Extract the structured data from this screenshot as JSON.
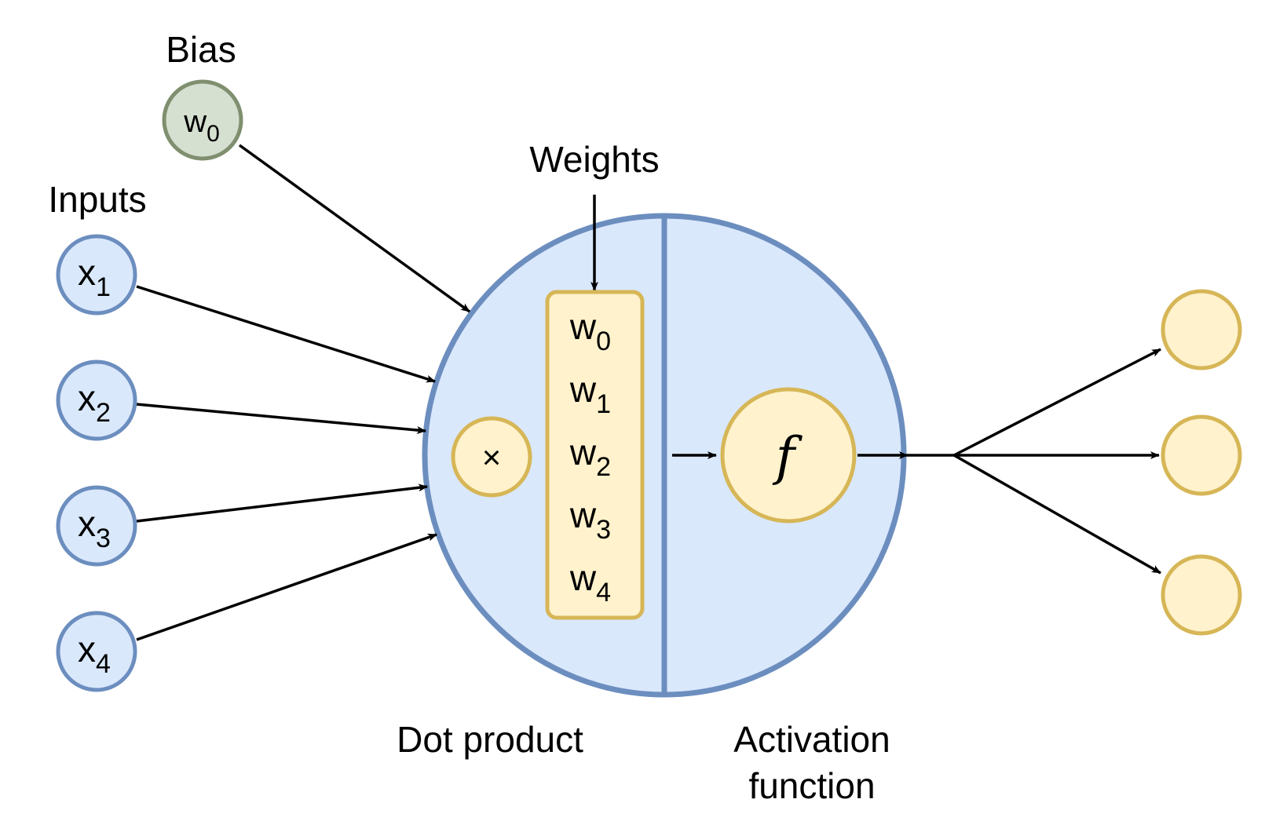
{
  "labels": {
    "bias": "Bias",
    "inputs": "Inputs",
    "weights": "Weights",
    "dot_product": "Dot product",
    "activation_line1": "Activation",
    "activation_line2": "function"
  },
  "bias_node": {
    "base": "w",
    "sub": "0"
  },
  "inputs": [
    {
      "base": "x",
      "sub": "1"
    },
    {
      "base": "x",
      "sub": "2"
    },
    {
      "base": "x",
      "sub": "3"
    },
    {
      "base": "x",
      "sub": "4"
    }
  ],
  "weights": [
    {
      "base": "w",
      "sub": "0"
    },
    {
      "base": "w",
      "sub": "1"
    },
    {
      "base": "w",
      "sub": "2"
    },
    {
      "base": "w",
      "sub": "3"
    },
    {
      "base": "w",
      "sub": "4"
    }
  ],
  "multiply_symbol": "×",
  "activation_symbol": "f",
  "outputs_count": 3,
  "colors": {
    "input_fill": "#dae8fc",
    "input_stroke": "#6c8ebf",
    "bias_fill": "#d5e0d0",
    "bias_stroke": "#7f8f6f",
    "neuron_fill": "#dae8fc",
    "neuron_stroke": "#6c8ebf",
    "weight_fill": "#fff2cc",
    "weight_stroke": "#d6b656",
    "output_fill": "#fff2cc",
    "output_stroke": "#d6b656",
    "line": "#000000"
  }
}
